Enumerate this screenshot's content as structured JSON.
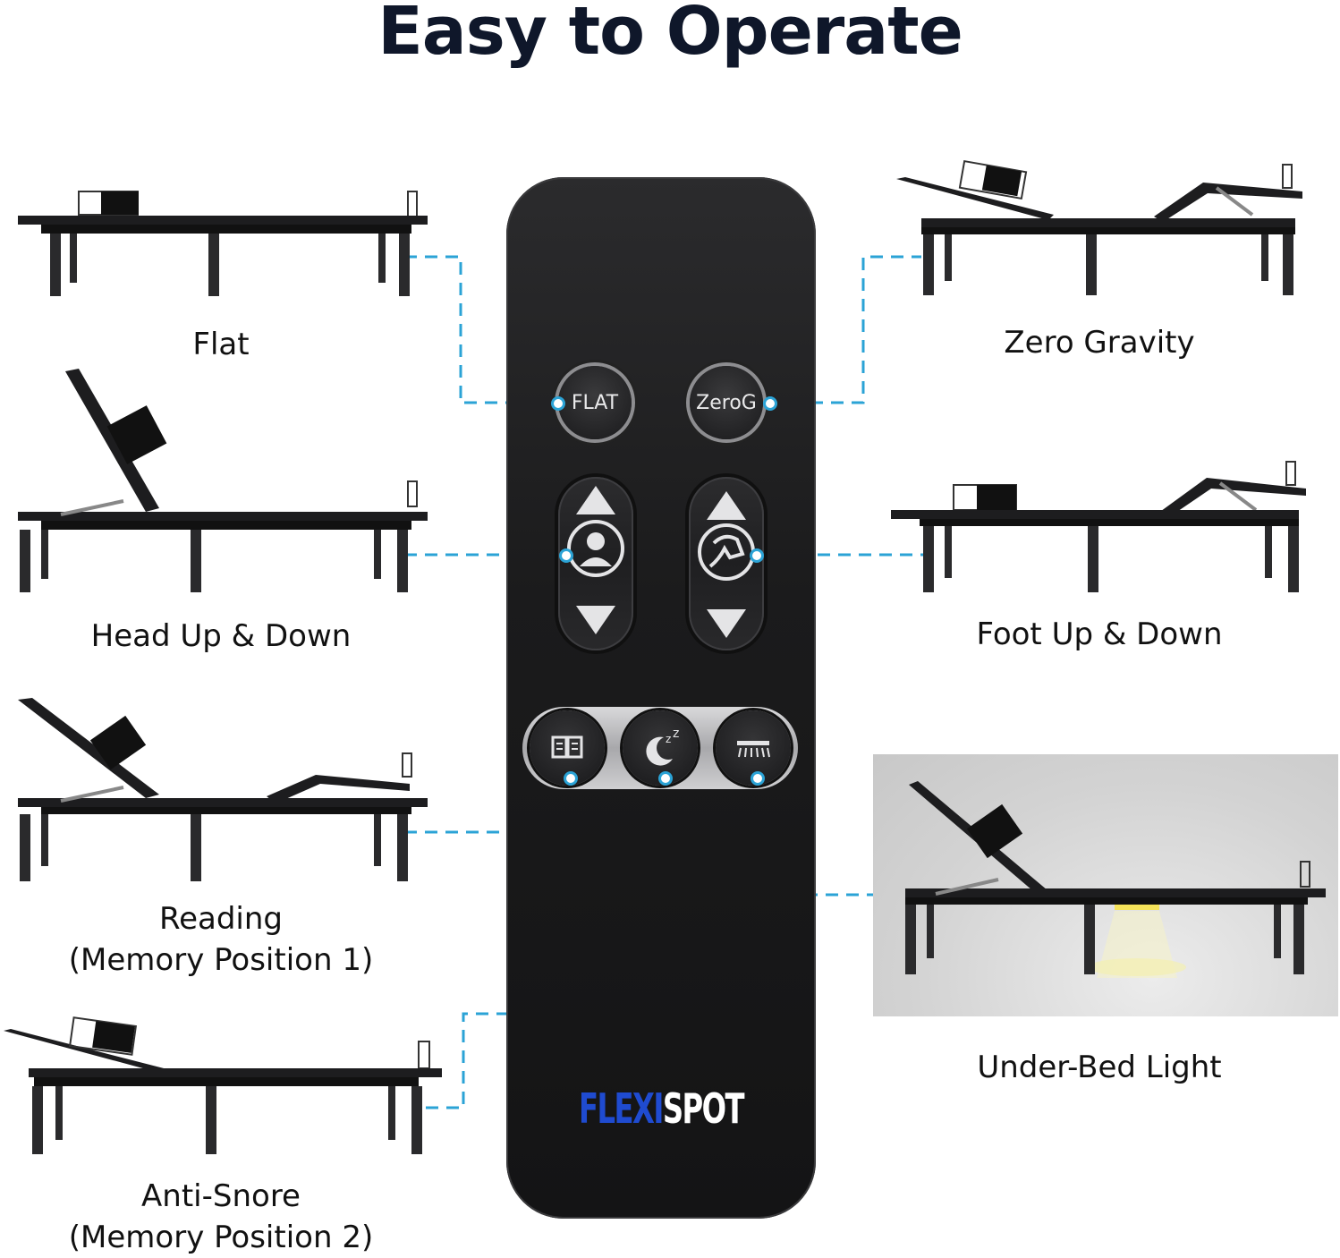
{
  "title": "Easy to Operate",
  "positions": [
    {
      "id": "flat",
      "lines": [
        "Flat"
      ]
    },
    {
      "id": "head",
      "lines": [
        "Head Up & Down"
      ]
    },
    {
      "id": "reading",
      "lines": [
        "Reading",
        "(Memory Position 1)"
      ]
    },
    {
      "id": "antisnore",
      "lines": [
        "Anti-Snore",
        "(Memory Position 2)"
      ]
    },
    {
      "id": "zerog",
      "lines": [
        "Zero Gravity"
      ]
    },
    {
      "id": "foot",
      "lines": [
        "Foot Up & Down"
      ]
    },
    {
      "id": "light",
      "lines": [
        "Under-Bed Light"
      ]
    }
  ],
  "remote": {
    "flat_label": "FLAT",
    "zerog_label": "ZeroG",
    "brand_part1": "FLEXI",
    "brand_part2": "SPOT"
  },
  "colors": {
    "connector": "#2ba3d6",
    "brand_blue": "#1f4bd0",
    "remote_body": "#1b1b1c"
  }
}
